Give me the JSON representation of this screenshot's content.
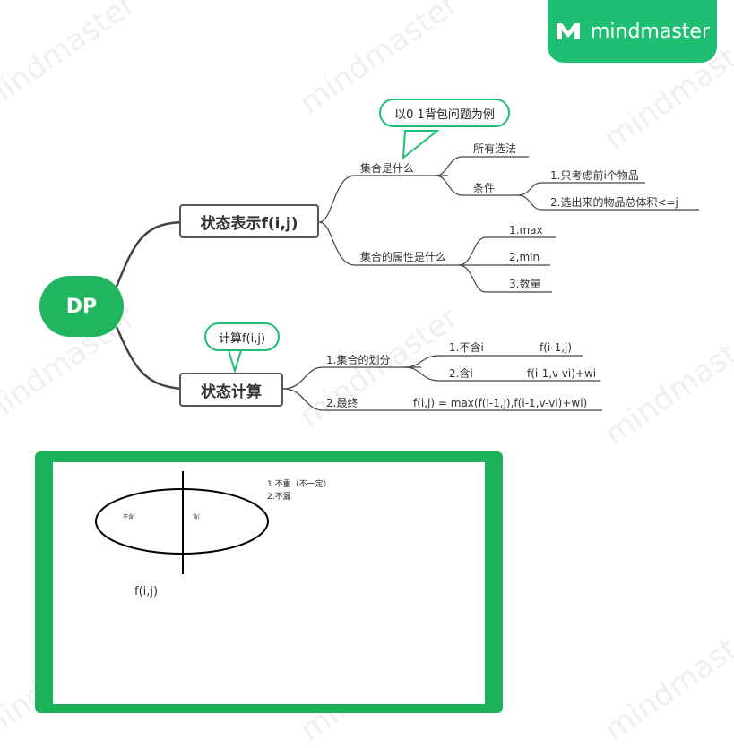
{
  "brand": {
    "name": "mindmaster",
    "watermark": "mindmaster",
    "color": "#1fbf73"
  },
  "root": {
    "label": "DP"
  },
  "topics": {
    "state_repr": {
      "label": "状态表示f(i,j)"
    },
    "state_calc": {
      "label": "状态计算"
    }
  },
  "callouts": {
    "example": "以0 1背包问题为例",
    "calc": "计算f(i,j)"
  },
  "branches": {
    "set_what": "集合是什么",
    "all_choices": "所有选法",
    "conditions": "条件",
    "cond1": "1.只考虑前i个物品",
    "cond2": "2.选出来的物品总体积<=j",
    "set_attr": "集合的属性是什么",
    "attr1": "1.max",
    "attr2": "2,min",
    "attr3": "3.数量",
    "partition": "1.集合的划分",
    "exclude_i": "1.不含i",
    "exclude_formula": "f(i-1,j)",
    "include_i": "2.含i",
    "include_formula": "f(i-1,v-vi)+wi",
    "final": "2.最终",
    "final_formula": "f(i,j)  =  max(f(i-1,j),f(i-1,v-vi)+wi)"
  },
  "image": {
    "note1": "1.不重（不一定）",
    "note2": "2.不漏",
    "left_part": "不含i",
    "right_part": "含i",
    "caption": "f(i,j)"
  }
}
